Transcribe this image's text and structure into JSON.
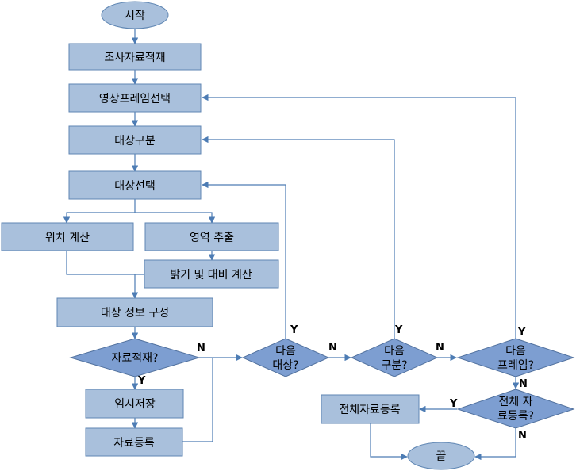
{
  "nodes": {
    "start": "시작",
    "collect": "조사자료적재",
    "frame_select": "영상프레임선택",
    "classify": "대상구분",
    "target_select": "대상선택",
    "position_calc": "위치 계산",
    "region_extract": "영역 추출",
    "brightness_calc": "밝기 및 대비 계산",
    "info_build": "대상 정보 구성",
    "load_decision": "자료적재?",
    "temp_save": "임시저장",
    "register": "자료등록",
    "next_target_1": "다음",
    "next_target_2": "대상?",
    "next_class_1": "다음",
    "next_class_2": "구분?",
    "next_frame_1": "다음",
    "next_frame_2": "프레임?",
    "all_reg_1": "전체 자",
    "all_reg_2": "료등록?",
    "full_register": "전체자료등록",
    "end": "끝"
  },
  "labels": {
    "yes": "Y",
    "no": "N"
  }
}
